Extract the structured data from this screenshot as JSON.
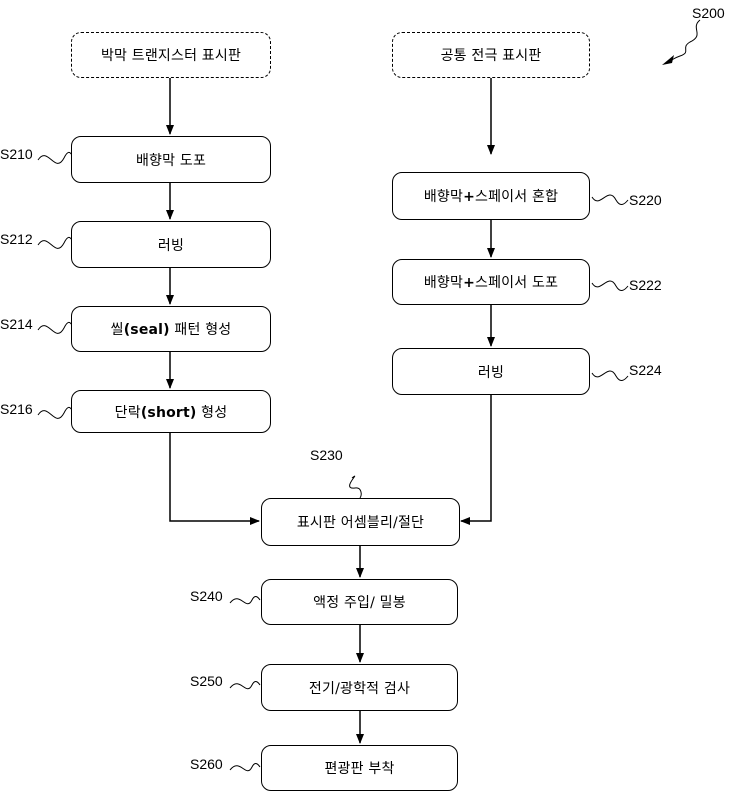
{
  "figure_label": "S200",
  "nodes": {
    "tft_panel": "박막 트랜지스터 표시판",
    "common_panel": "공통 전극 표시판",
    "s210_text": "배향막 도포",
    "s212_text": "러빙",
    "s214_pre": "씰",
    "s214_bold": "(seal)",
    "s214_post": " 패턴 형성",
    "s216_pre": "단락",
    "s216_bold": "(short)",
    "s216_post": " 형성",
    "s220_pre": "배향막",
    "s220_bold": "+",
    "s220_post": "스페이서 혼합",
    "s222_pre": "배향막",
    "s222_bold": "+",
    "s222_post": "스페이서 도포",
    "s224_text": "러빙",
    "s230_text": "표시판 어셈블리/절단",
    "s240_text": "액정 주입/ 밀봉",
    "s250_text": "전기/광학적 검사",
    "s260_text": "편광판 부착"
  },
  "labels": {
    "s210": "S210",
    "s212": "S212",
    "s214": "S214",
    "s216": "S216",
    "s220": "S220",
    "s222": "S222",
    "s224": "S224",
    "s230": "S230",
    "s240": "S240",
    "s250": "S250",
    "s260": "S260"
  }
}
